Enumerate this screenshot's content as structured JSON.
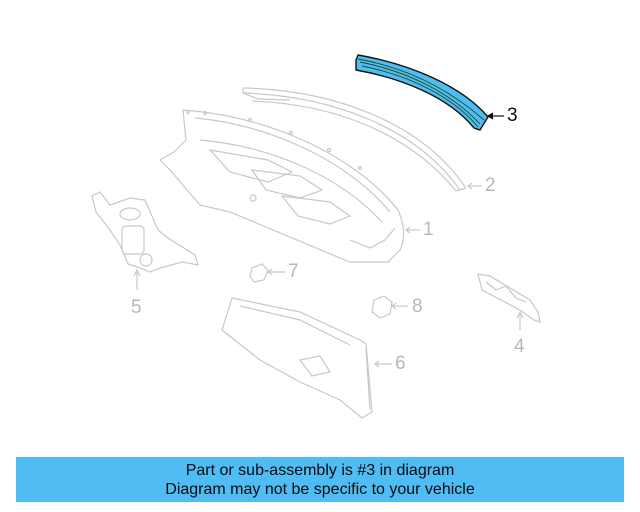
{
  "diagram": {
    "highlight_color": "#4fbcf4",
    "inactive_stroke_color": "#c8c8c8",
    "active_stroke_color": "#111111",
    "callouts": [
      {
        "number": "1",
        "part": "rear-package-tray-panel",
        "active": false
      },
      {
        "number": "2",
        "part": "rear-window-seal-strip",
        "active": false
      },
      {
        "number": "3",
        "part": "roof-rear-header-rail",
        "active": true
      },
      {
        "number": "4",
        "part": "side-bracket-right",
        "active": false
      },
      {
        "number": "5",
        "part": "side-bracket-left",
        "active": false
      },
      {
        "number": "6",
        "part": "package-tray-trim-panel",
        "active": false
      },
      {
        "number": "7",
        "part": "clip",
        "active": false
      },
      {
        "number": "8",
        "part": "clip",
        "active": false
      }
    ]
  },
  "banner": {
    "line1": "Part or sub-assembly is #3 in diagram",
    "line2": "Diagram may not be specific to your vehicle",
    "background": "#4fbcf4"
  }
}
